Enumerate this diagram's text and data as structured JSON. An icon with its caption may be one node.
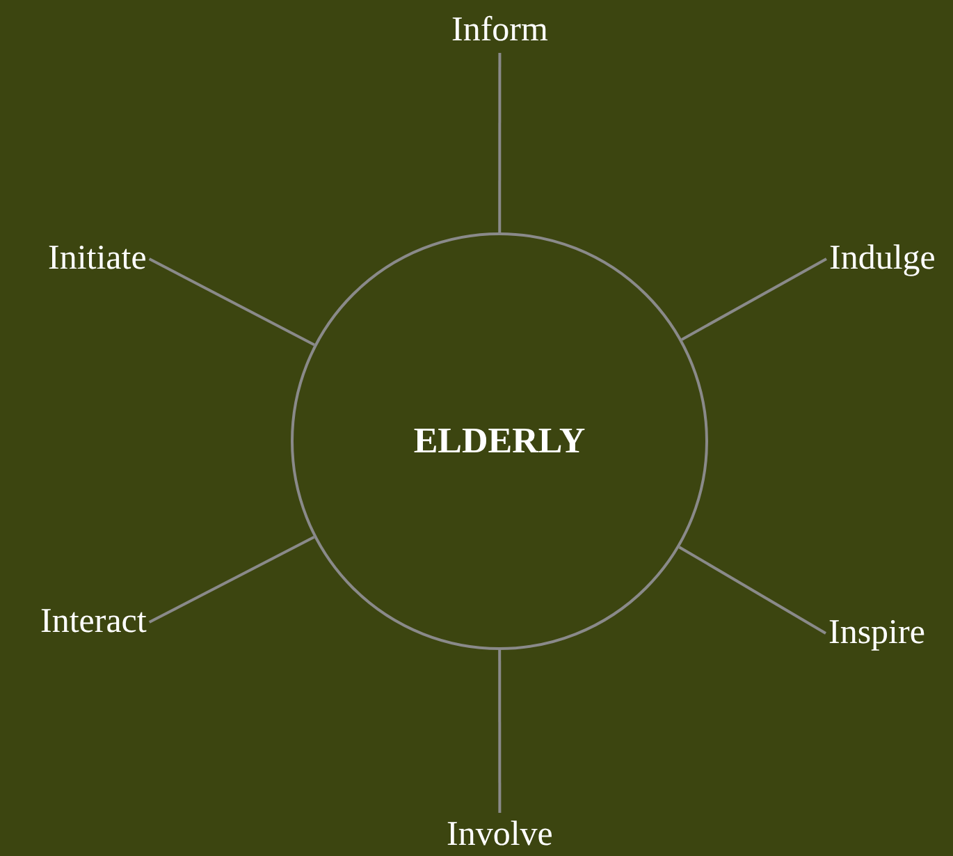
{
  "diagram": {
    "nodes": [
      {
        "text": [
          "ELDERLY"
        ]
      },
      {
        "text": [
          "Inform"
        ]
      },
      {
        "text": [
          "Indulge"
        ]
      },
      {
        "text": [
          "Inspire"
        ]
      },
      {
        "text": [
          "Involve"
        ]
      },
      {
        "text": [
          "Interact"
        ]
      },
      {
        "text": [
          "Initiate"
        ]
      }
    ],
    "edges": [
      {
        "from": 0,
        "to": 1,
        "arrow": "none"
      },
      {
        "from": 0,
        "to": 2,
        "arrow": "none"
      },
      {
        "from": 0,
        "to": 3,
        "arrow": "none"
      },
      {
        "from": 0,
        "to": 4,
        "arrow": "none"
      },
      {
        "from": 0,
        "to": 5,
        "arrow": "none"
      },
      {
        "from": 0,
        "to": 6,
        "arrow": "none"
      }
    ]
  }
}
